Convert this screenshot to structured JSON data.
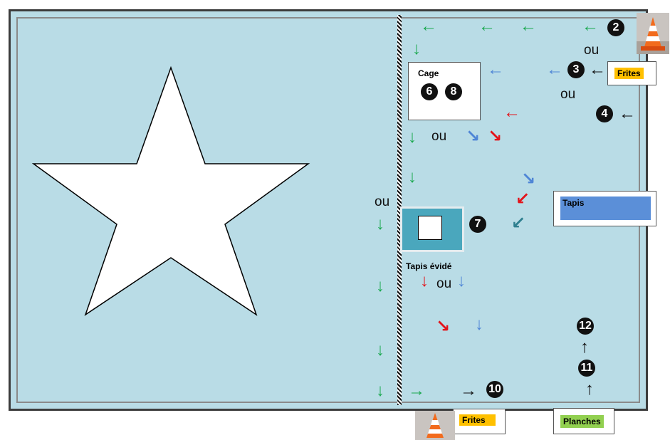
{
  "labels": {
    "cage": "Cage",
    "tapis": "Tapis",
    "tapis_evide": "Tapis évidé",
    "frites_top": "Frites",
    "frites_bottom": "Frites",
    "planches": "Planches"
  },
  "numbers": {
    "n2": "2",
    "n3": "3",
    "n4": "4",
    "n6": "6",
    "n7": "7",
    "n8": "8",
    "n10": "10",
    "n11": "11",
    "n12": "12"
  },
  "ou": [
    "ou",
    "ou",
    "ou",
    "ou",
    "ou"
  ],
  "arrows": {
    "left": "←",
    "right": "→",
    "down": "↓",
    "up": "↑",
    "downright": "↘",
    "downleft": "↙"
  },
  "colors": {
    "field": "#b9dce6",
    "green": "#1aa84f",
    "blue": "#4f86d6",
    "red": "#e3141b",
    "teal": "#2e7f8f",
    "black": "#111111",
    "tapis": "#5b8fd8",
    "tapis_evide": "#4aa7bd",
    "yellow": "#ffc000",
    "planches": "#92d050"
  },
  "icons": [
    "traffic-cone-icon",
    "star-shape"
  ]
}
